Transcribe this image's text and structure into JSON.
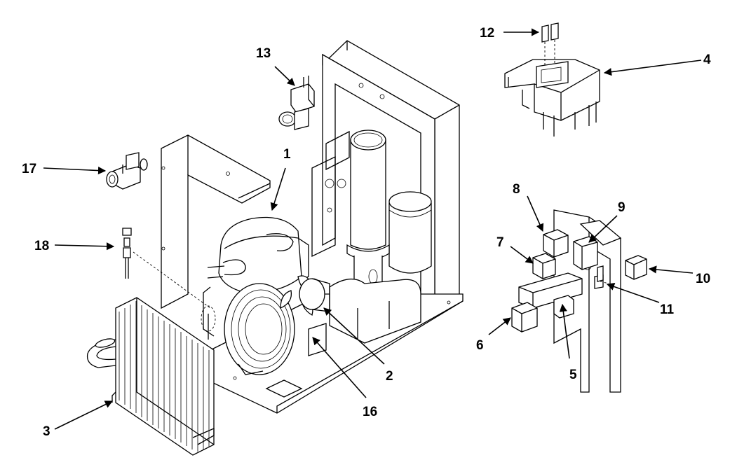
{
  "callouts": [
    {
      "id": "c1",
      "label": "1"
    },
    {
      "id": "c2",
      "label": "2"
    },
    {
      "id": "c3",
      "label": "3"
    },
    {
      "id": "c4",
      "label": "4"
    },
    {
      "id": "c5",
      "label": "5"
    },
    {
      "id": "c6",
      "label": "6"
    },
    {
      "id": "c7",
      "label": "7"
    },
    {
      "id": "c8",
      "label": "8"
    },
    {
      "id": "c9",
      "label": "9"
    },
    {
      "id": "c10",
      "label": "10"
    },
    {
      "id": "c11",
      "label": "11"
    },
    {
      "id": "c12",
      "label": "12"
    },
    {
      "id": "c13",
      "label": "13"
    },
    {
      "id": "c16",
      "label": "16"
    },
    {
      "id": "c17",
      "label": "17"
    },
    {
      "id": "c18",
      "label": "18"
    }
  ],
  "style": {
    "line_color": "#000000",
    "background": "#ffffff"
  }
}
